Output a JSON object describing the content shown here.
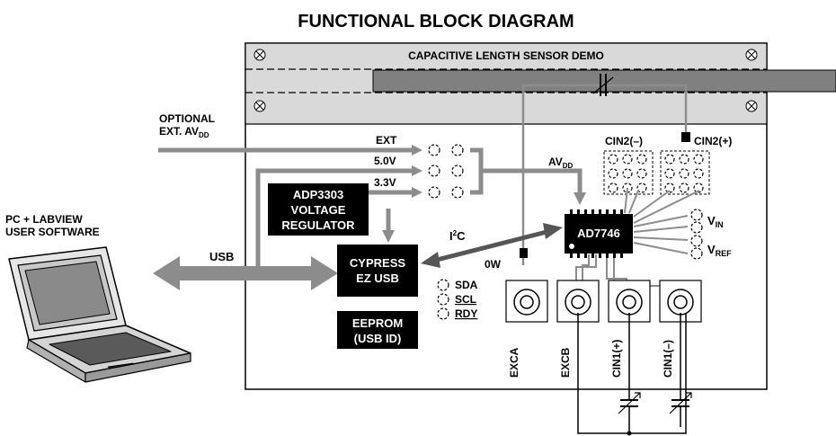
{
  "title": "FUNCTIONAL BLOCK DIAGRAM",
  "panel_title": "CAPACITIVE LENGTH SENSOR DEMO",
  "pc": {
    "line1": "PC + LABVIEW",
    "line2": "USER SOFTWARE"
  },
  "usb_label": "USB",
  "optional": {
    "line1": "OPTIONAL",
    "line2_main": "EXT. AV",
    "line2_sub": "DD"
  },
  "supply": {
    "ext": "EXT",
    "v50": "5.0V",
    "v33": "3.3V"
  },
  "avdd": {
    "main": "AV",
    "sub": "DD"
  },
  "regulator": {
    "line1": "ADP3303",
    "line2": "VOLTAGE",
    "line3": "REGULATOR"
  },
  "usb_chip": {
    "line1": "CYPRESS",
    "line2": "EZ USB"
  },
  "eeprom": {
    "line1": "EEPROM",
    "line2": "(USB ID)"
  },
  "i2c": {
    "main": "I",
    "sup": "2",
    "tail": "C"
  },
  "zero_w": "0W",
  "bus_pins": {
    "sda": "SDA",
    "scl": "SCL",
    "rdy": "RDY"
  },
  "chip_label": "AD7746",
  "cin2_minus": "CIN2(–)",
  "cin2_plus": "CIN2(+)",
  "vin": {
    "main": "V",
    "sub": "IN"
  },
  "vref": {
    "main": "V",
    "sub": "REF"
  },
  "connectors": [
    "EXCA",
    "EXCB",
    "CIN1(+)",
    "CIN1(–)"
  ],
  "icons": {
    "laptop": "laptop-icon",
    "screw": "screw-icon",
    "variable_capacitor": "variable-capacitor-icon",
    "bnc_connector": "bnc-connector-icon"
  },
  "colors": {
    "wire": "#8c8c8c",
    "chip": "#000000",
    "panel": "#d9d9d9",
    "probe": "#808080"
  }
}
